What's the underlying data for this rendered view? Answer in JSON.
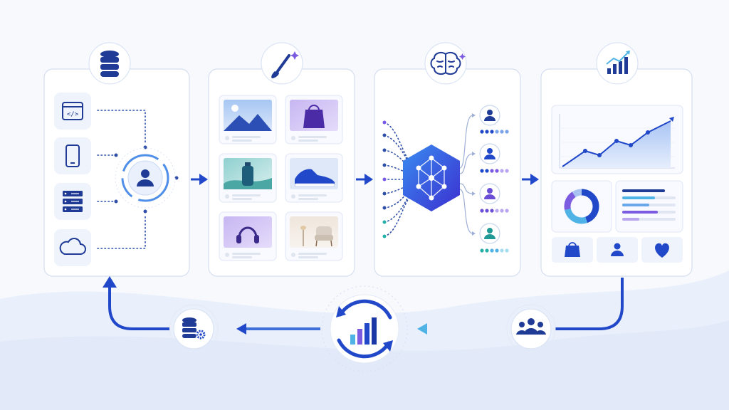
{
  "colors": {
    "primary": "#2148c9",
    "primary_dark": "#1b37a6",
    "light_blue": "#4fb3e6",
    "purple": "#7b5be0",
    "teal": "#26b0a8",
    "panel_border": "#d5def0",
    "background": "#f7f9fd"
  },
  "stages": [
    {
      "name": "data-sources",
      "icon": "database-icon",
      "items": [
        "code-window-icon",
        "smartphone-icon",
        "server-icon",
        "cloud-icon"
      ],
      "center": "user-profile-icon"
    },
    {
      "name": "content-creation",
      "icon": "paintbrush-icon",
      "items": [
        "landscape-image",
        "shopping-bag-image",
        "bottle-image",
        "sneaker-image",
        "headphones-image",
        "armchair-image"
      ]
    },
    {
      "name": "ai-modeling",
      "icon": "brain-icon",
      "center": "neural-network-icon",
      "outputs": [
        "user-segment-1",
        "user-segment-2",
        "user-segment-3",
        "user-segment-4"
      ]
    },
    {
      "name": "analytics",
      "icon": "growth-chart-icon",
      "items": [
        "line-chart",
        "donut-chart",
        "bar-list",
        "bag-icon",
        "user-icon",
        "heart-icon"
      ]
    }
  ],
  "feedback_loop": [
    "users-group-icon",
    "analytics-refresh-icon",
    "database-settings-icon"
  ]
}
